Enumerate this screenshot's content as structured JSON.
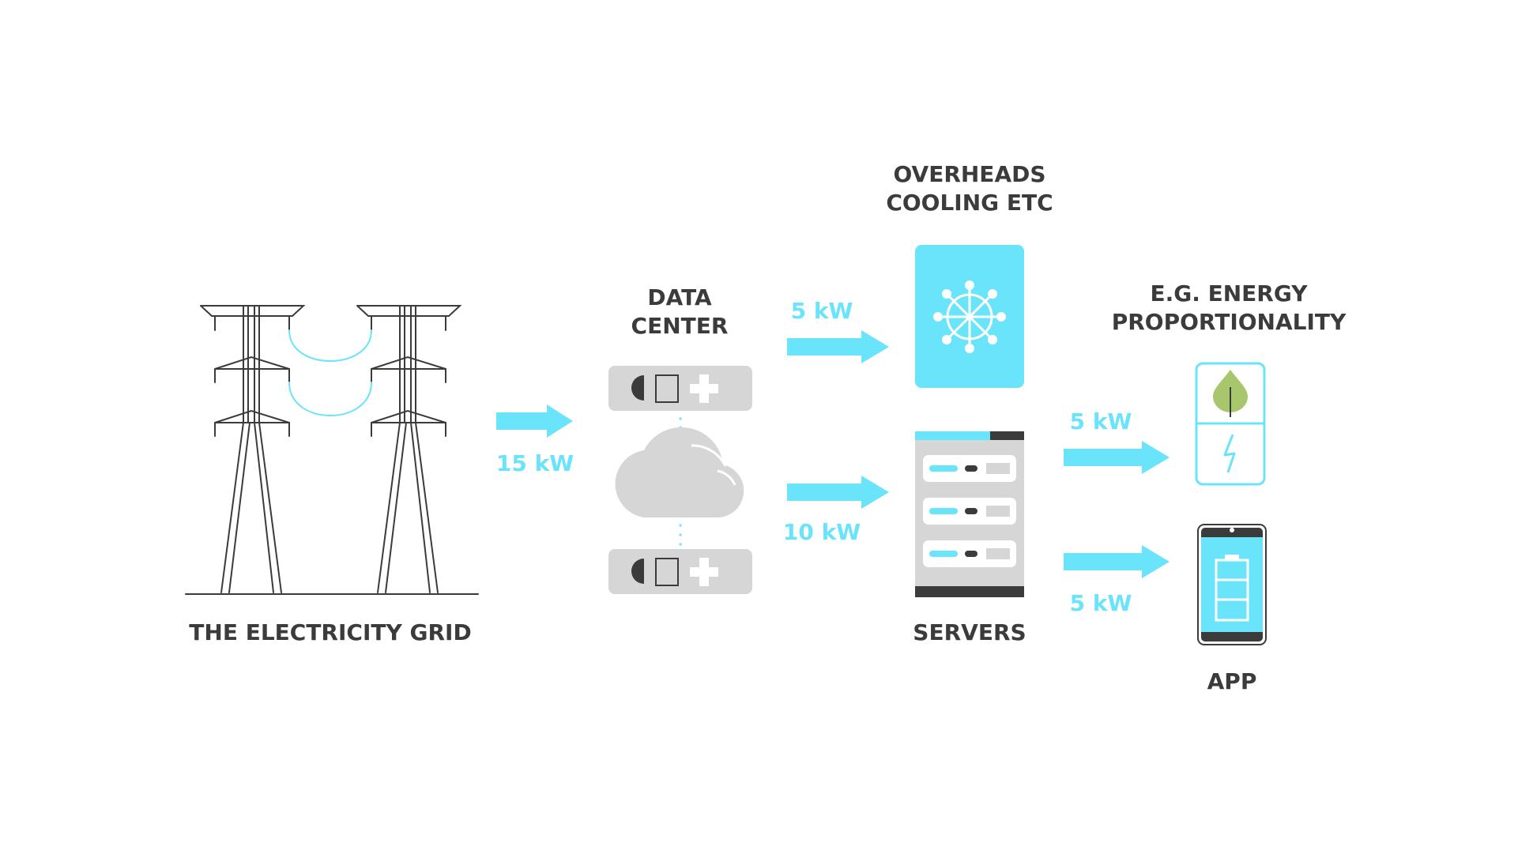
{
  "colors": {
    "accent": "#6ae4fa",
    "dark": "#3b3b3b",
    "gray": "#d6d6d6",
    "leaf": "#a8c66c"
  },
  "labels": {
    "grid": "THE ELECTRICITY GRID",
    "datacenter_line1": "DATA",
    "datacenter_line2": "CENTER",
    "overheads_line1": "OVERHEADS",
    "overheads_line2": "COOLING ETC",
    "servers": "SERVERS",
    "energy_line1": "E.G. ENERGY",
    "energy_line2": "PROPORTIONALITY",
    "app": "APP"
  },
  "flows": {
    "grid_to_dc": "15 kW",
    "dc_to_overheads": "5 kW",
    "dc_to_servers": "10 kW",
    "servers_to_energy": "5 kW",
    "servers_to_app": "5 kW"
  },
  "icons": {
    "grid": "power-pylon-icon",
    "datacenter": "cloud-server-icon",
    "overheads": "cooling-fan-icon",
    "servers": "server-rack-icon",
    "energy": "leaf-lightning-icon",
    "app": "smartphone-battery-icon"
  }
}
